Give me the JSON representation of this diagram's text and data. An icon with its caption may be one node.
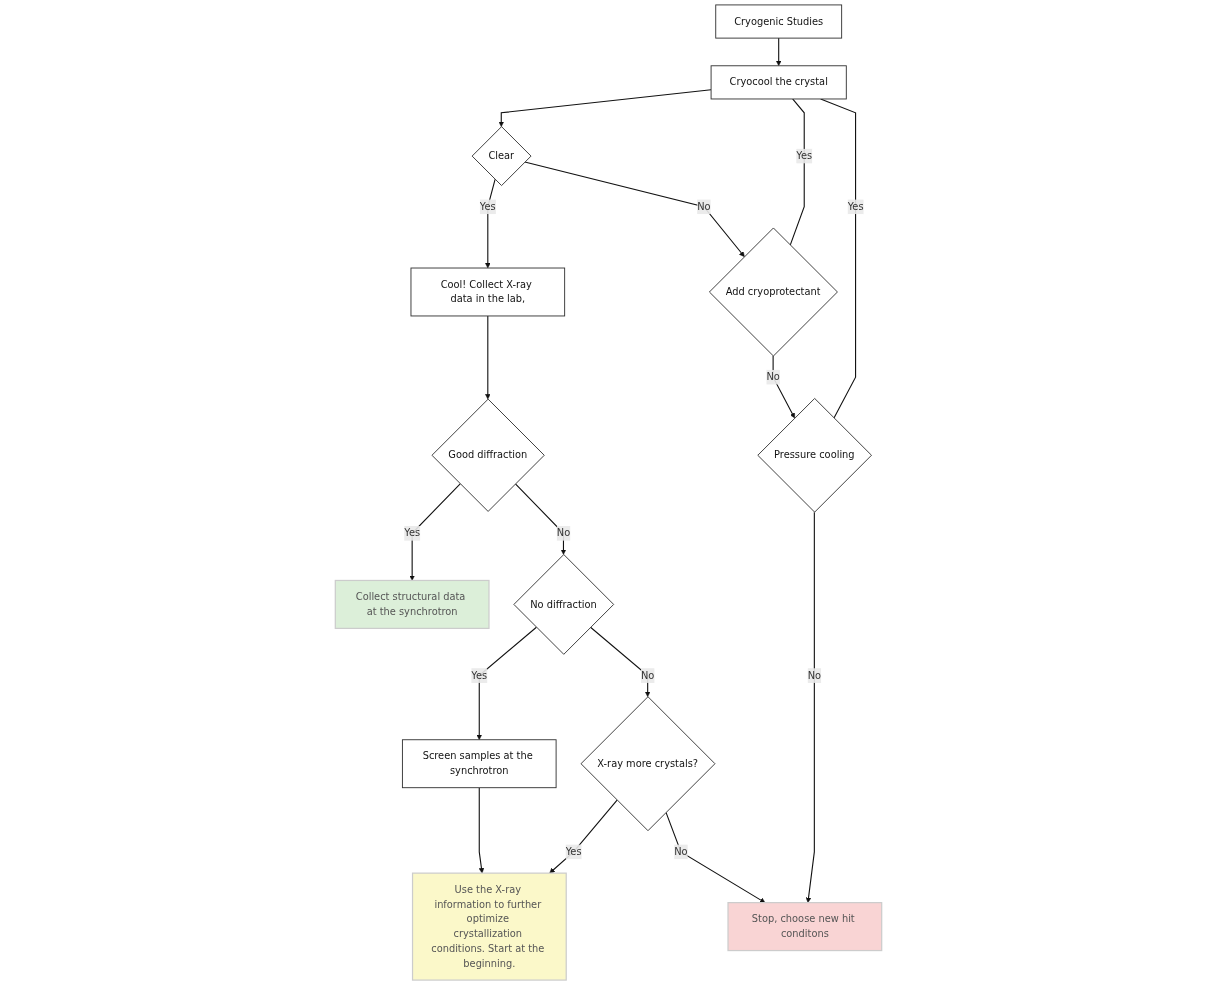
{
  "diagram": {
    "nodes": [
      {
        "text": [
          "Cryogenic Studies"
        ]
      },
      {
        "text": [
          "Cryocool the crystal"
        ]
      },
      {
        "text": [
          "Clear"
        ]
      },
      {
        "text": [
          "Add cryoprotectant"
        ]
      },
      {
        "text": [
          "Pressure cooling"
        ]
      },
      {
        "text": [
          "Cool! Collect X-ray data in the lab,"
        ]
      },
      {
        "text": [
          "Good diffraction"
        ]
      },
      {
        "text": [
          "Collect structural data at the synchrotron"
        ]
      },
      {
        "text": [
          "No diffraction"
        ]
      },
      {
        "text": [
          "Screen samples at the synchrotron"
        ]
      },
      {
        "text": [
          "X-ray more crystals?"
        ]
      },
      {
        "text": [
          "Use the X-ray information to further optimize crystallization conditions. Start at the beginning."
        ]
      },
      {
        "text": [
          "Stop, choose new hit conditons"
        ]
      }
    ],
    "edges": [
      {
        "from": 0,
        "to": 1,
        "arrow": "to"
      },
      {
        "from": 1,
        "to": 2,
        "arrow": "to"
      },
      {
        "from": 2,
        "to": 5,
        "label": "Yes",
        "arrow": "to"
      },
      {
        "from": 2,
        "to": 3,
        "label": "No",
        "arrow": "to"
      },
      {
        "from": 3,
        "to": 1,
        "label": "Yes",
        "arrow": "none"
      },
      {
        "from": 3,
        "to": 4,
        "label": "No",
        "arrow": "to"
      },
      {
        "from": 4,
        "to": 1,
        "label": "Yes",
        "arrow": "none"
      },
      {
        "from": 4,
        "to": 12,
        "label": "No",
        "arrow": "to"
      },
      {
        "from": 5,
        "to": 6,
        "arrow": "to"
      },
      {
        "from": 6,
        "to": 7,
        "label": "Yes",
        "arrow": "to"
      },
      {
        "from": 6,
        "to": 8,
        "label": "No",
        "arrow": "to"
      },
      {
        "from": 8,
        "to": 9,
        "label": "Yes",
        "arrow": "to"
      },
      {
        "from": 8,
        "to": 10,
        "label": "No",
        "arrow": "to"
      },
      {
        "from": 9,
        "to": 11,
        "arrow": "to"
      },
      {
        "from": 10,
        "to": 11,
        "label": "Yes",
        "arrow": "to"
      },
      {
        "from": 10,
        "to": 12,
        "label": "No",
        "arrow": "to"
      }
    ]
  }
}
